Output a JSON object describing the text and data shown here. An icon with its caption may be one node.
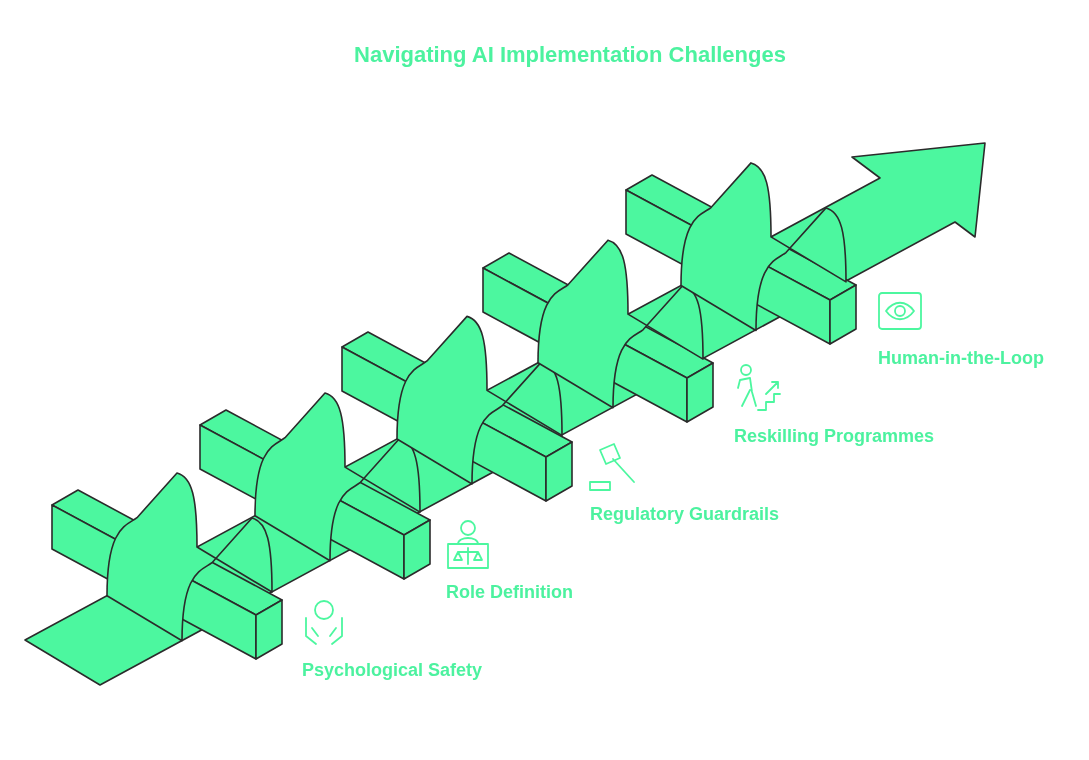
{
  "diagram": {
    "title": "Navigating AI Implementation Challenges",
    "labels": [
      "Psychological Safety",
      "Role Definition",
      "Regulatory Guardrails",
      "Reskilling Programmes",
      "Human-in-the-Loop"
    ]
  }
}
